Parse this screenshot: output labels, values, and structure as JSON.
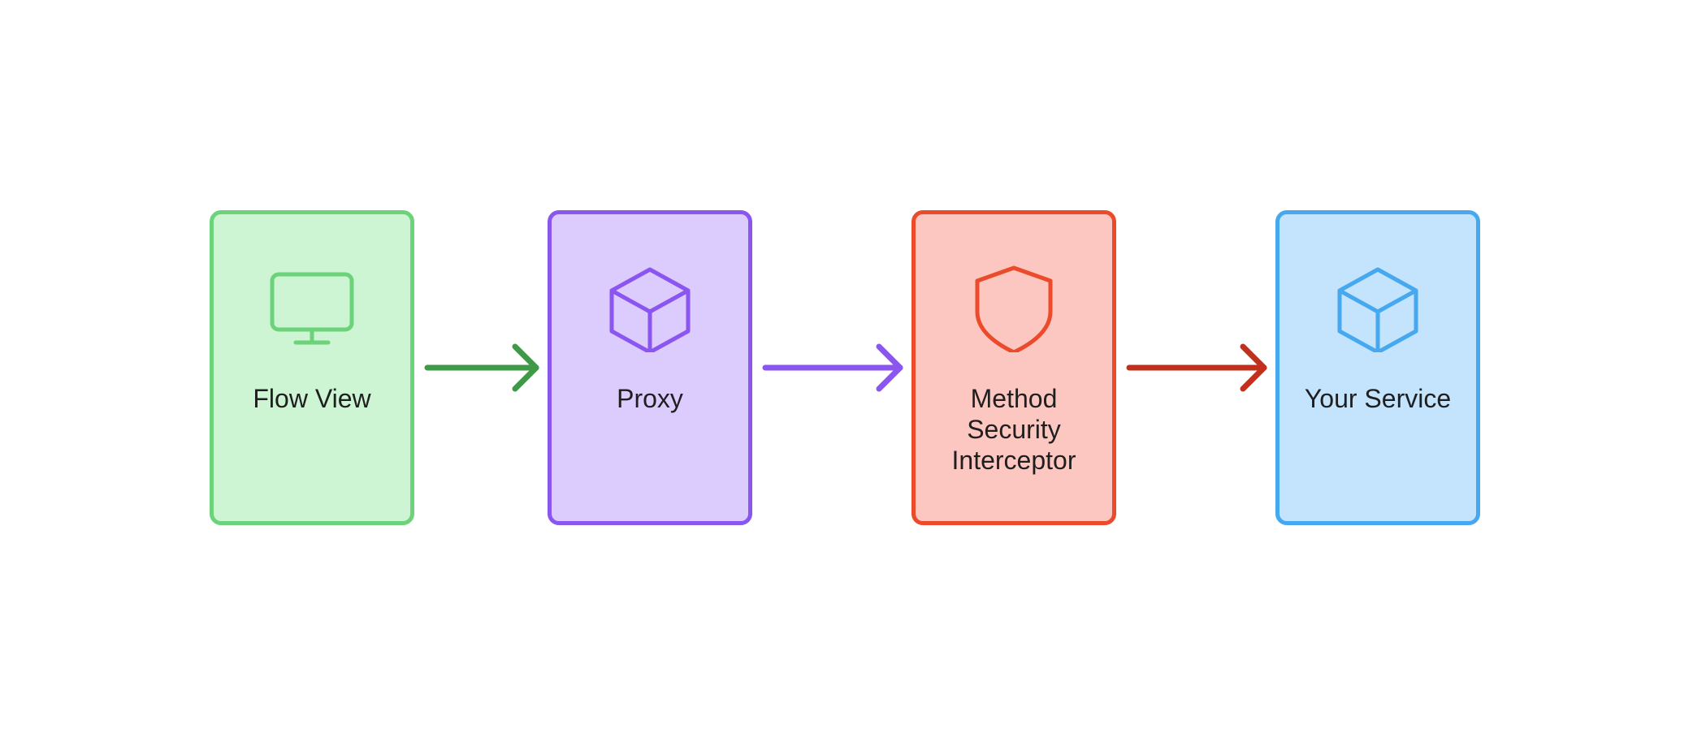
{
  "nodes": [
    {
      "label": "Flow View",
      "icon": "monitor-icon",
      "border_color": "#6cd37a",
      "fill_color": "#cdf4d3",
      "icon_color": "#6cd37a"
    },
    {
      "label": "Proxy",
      "icon": "cube-icon",
      "border_color": "#8b55f0",
      "fill_color": "#dccbfd",
      "icon_color": "#8b55f0"
    },
    {
      "label": "Method\nSecurity\nInterceptor",
      "icon": "shield-icon",
      "border_color": "#eb4b2b",
      "fill_color": "#fdc7c1",
      "icon_color": "#eb4b2b"
    },
    {
      "label": "Your Service",
      "icon": "cube-icon",
      "border_color": "#46a9f0",
      "fill_color": "#c4e3fd",
      "icon_color": "#46a9f0"
    }
  ],
  "arrows": [
    {
      "from": "Flow View",
      "to": "Proxy",
      "color": "#3f9a48"
    },
    {
      "from": "Proxy",
      "to": "Method\nSecurity\nInterceptor",
      "color": "#8b55f0"
    },
    {
      "from": "Method\nSecurity\nInterceptor",
      "to": "Your Service",
      "color": "#c1301d"
    }
  ]
}
